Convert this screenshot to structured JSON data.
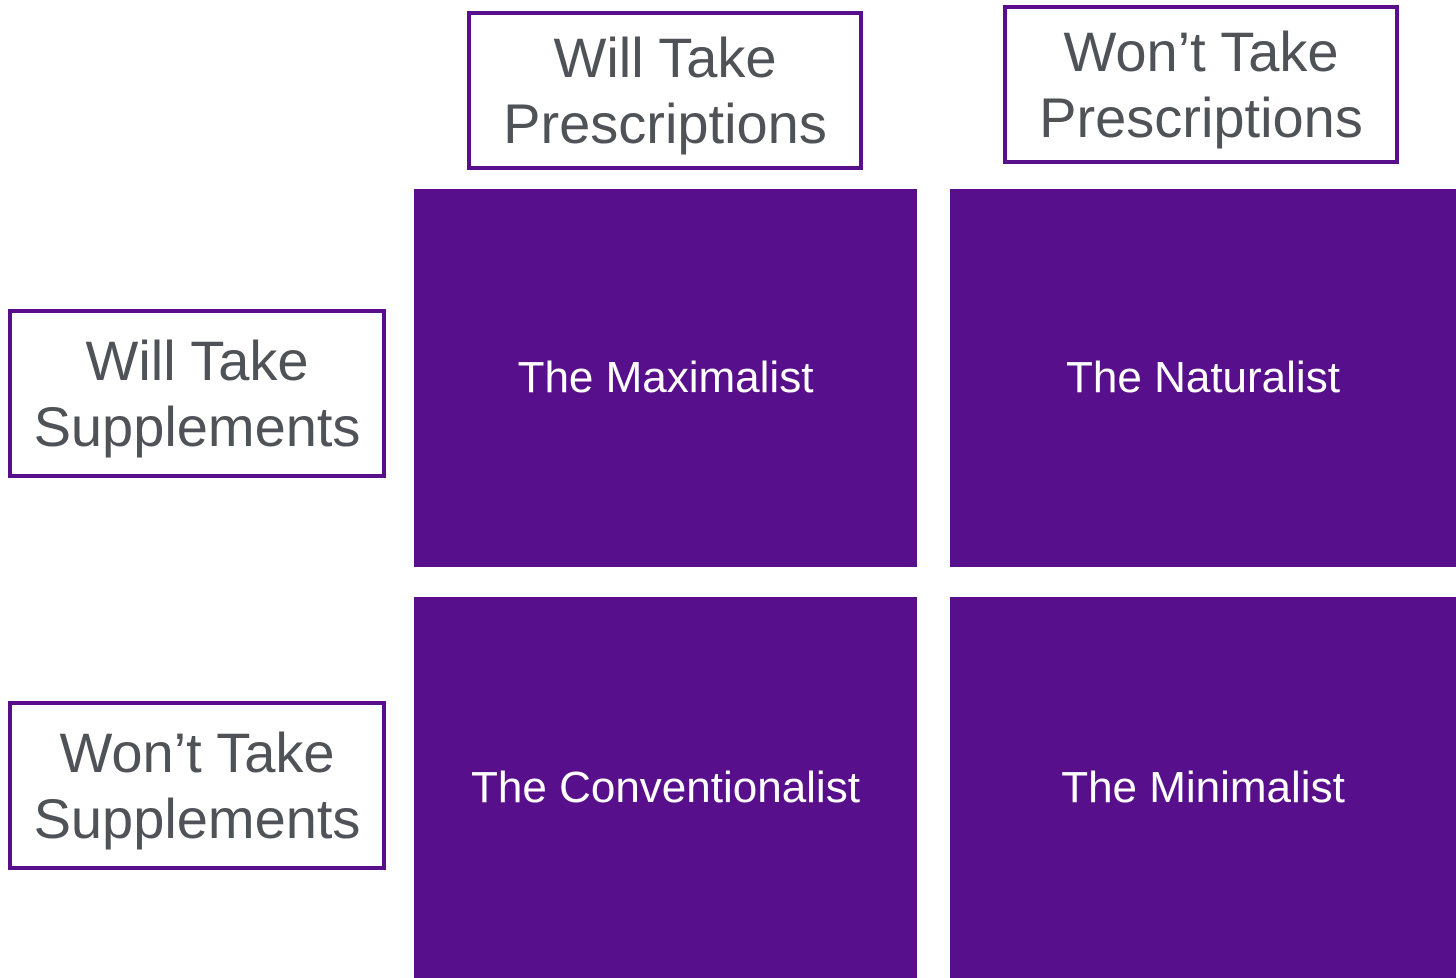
{
  "columns": [
    {
      "line1": "Will Take",
      "line2": "Prescriptions"
    },
    {
      "line1": "Won’t Take",
      "line2": "Prescriptions"
    }
  ],
  "rows": [
    {
      "line1": "Will Take",
      "line2": "Supplements"
    },
    {
      "line1": "Won’t Take",
      "line2": "Supplements"
    }
  ],
  "cells": [
    {
      "label": "The Maximalist"
    },
    {
      "label": "The Naturalist"
    },
    {
      "label": "The Conventionalist"
    },
    {
      "label": "The Minimalist"
    }
  ],
  "colors": {
    "accent": "#580f8b",
    "header_text": "#4f5257",
    "cell_text": "#ffffff"
  }
}
